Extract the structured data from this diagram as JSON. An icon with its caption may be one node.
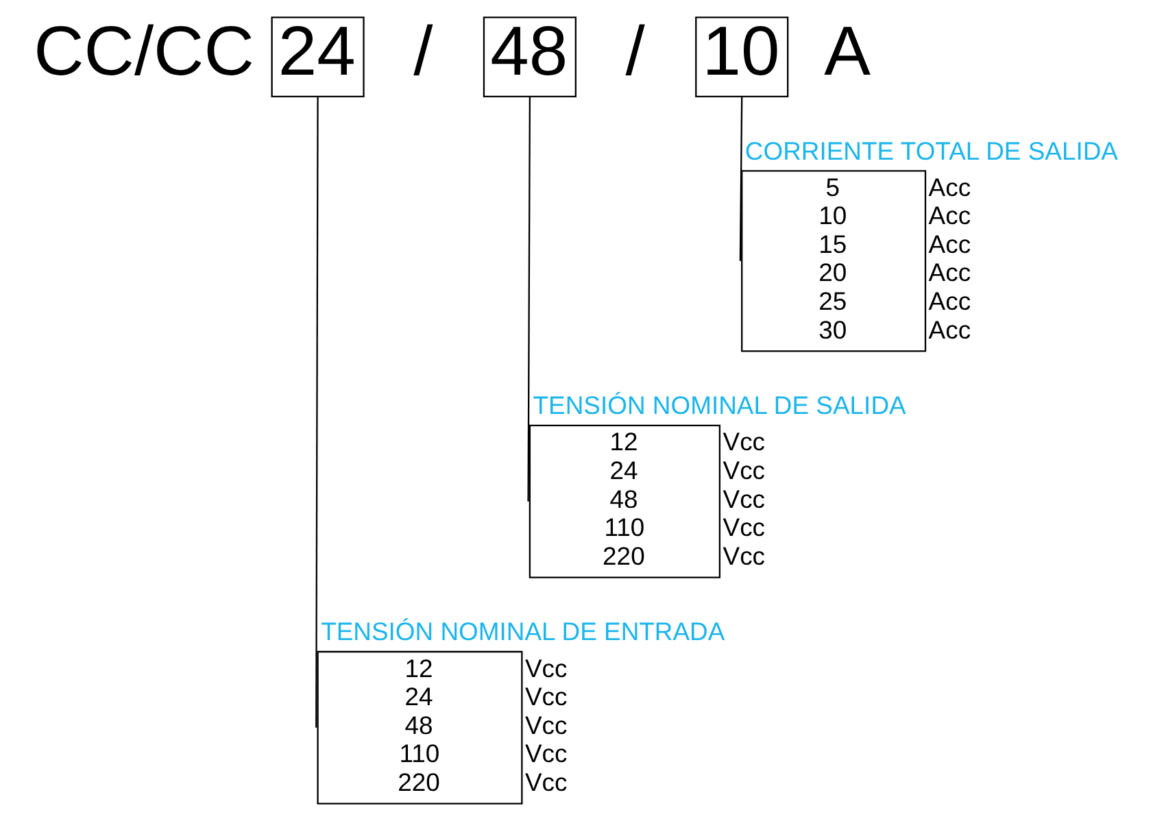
{
  "diagram": {
    "nodes": [
      {
        "text": [
          "24"
        ]
      },
      {
        "text": [
          "48"
        ]
      },
      {
        "text": [
          "10"
        ]
      },
      {
        "text": [
          "CORRIENTE TOTAL DE SALIDA",
          "5",
          "10",
          "15",
          "20",
          "25",
          "30"
        ],
        "beside": [
          "Acc",
          "Acc",
          "Acc",
          "Acc",
          "Acc",
          "Acc"
        ]
      },
      {
        "text": [
          "TENSIÓN NOMINAL DE SALIDA",
          "12",
          "24",
          "48",
          "110",
          "220"
        ],
        "beside": [
          "Vcc",
          "Vcc",
          "Vcc",
          "Vcc",
          "Vcc"
        ]
      },
      {
        "text": [
          "TENSIÓN NOMINAL DE ENTRADA",
          "12",
          "24",
          "48",
          "110",
          "220"
        ],
        "beside": [
          "Vcc",
          "Vcc",
          "Vcc",
          "Vcc",
          "Vcc"
        ]
      }
    ],
    "edges": [
      {
        "from": 2,
        "to": 3,
        "arrow": "none"
      },
      {
        "from": 1,
        "to": 4,
        "arrow": "none"
      },
      {
        "from": 0,
        "to": 5,
        "arrow": "none"
      }
    ],
    "labels": [
      "CC/CC",
      "/",
      "/",
      "A"
    ]
  }
}
